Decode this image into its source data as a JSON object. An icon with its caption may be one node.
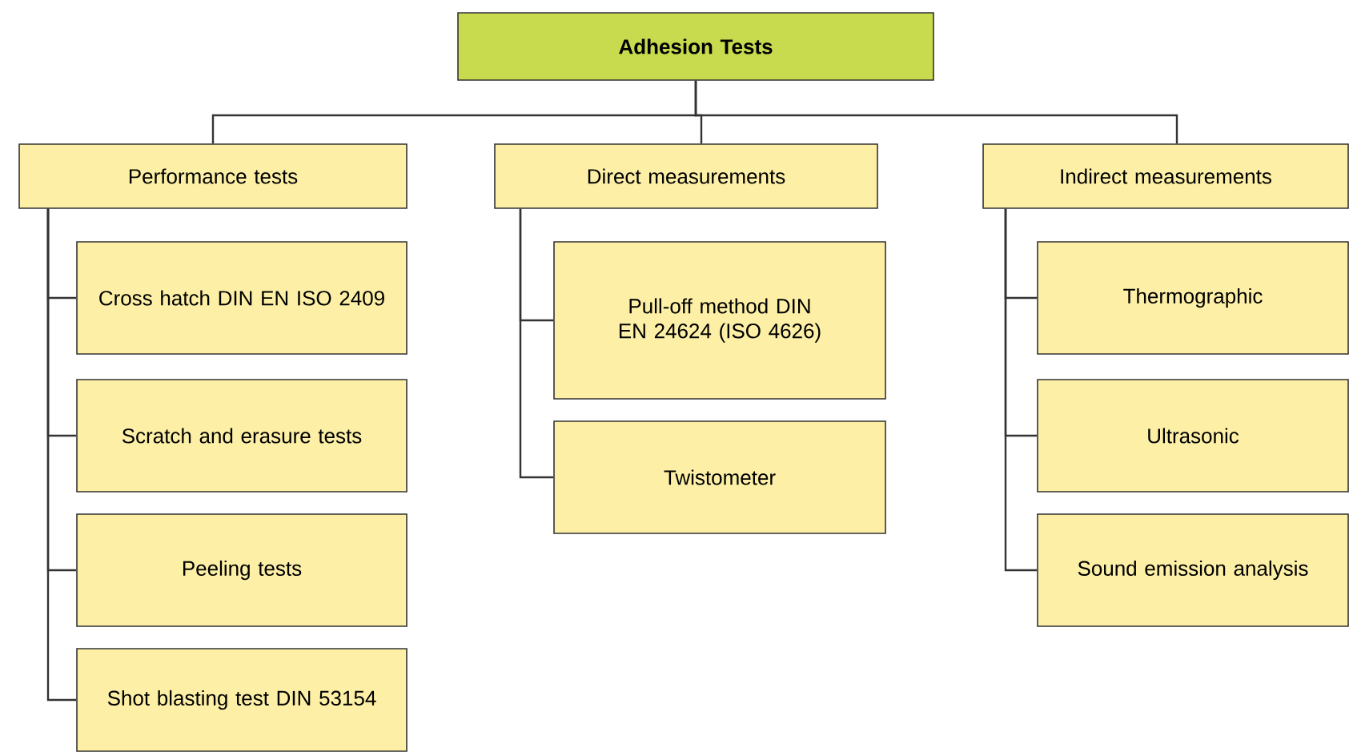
{
  "diagram": {
    "nodes": [
      {
        "text": [
          "Adhesion Tests"
        ]
      },
      {
        "text": [
          "Performance tests"
        ]
      },
      {
        "text": [
          "Cross hatch DIN EN ISO 2409"
        ]
      },
      {
        "text": [
          "Scratch and erasure tests"
        ]
      },
      {
        "text": [
          "Peeling tests"
        ]
      },
      {
        "text": [
          "Shot blasting test DIN 53154"
        ]
      },
      {
        "text": [
          "Direct measurements"
        ]
      },
      {
        "text": [
          "Pull-off method DIN EN 24624 (ISO 4626)"
        ]
      },
      {
        "text": [
          "Twistometer"
        ]
      },
      {
        "text": [
          "Indirect measurements"
        ]
      },
      {
        "text": [
          "Thermographic"
        ]
      },
      {
        "text": [
          "Ultrasonic"
        ]
      },
      {
        "text": [
          "Sound emission analysis"
        ]
      }
    ],
    "edges": [
      {
        "from": 0,
        "to": 1,
        "arrow": "none"
      },
      {
        "from": 0,
        "to": 6,
        "arrow": "none"
      },
      {
        "from": 0,
        "to": 9,
        "arrow": "none"
      },
      {
        "from": 1,
        "to": 2,
        "arrow": "none"
      },
      {
        "from": 1,
        "to": 3,
        "arrow": "none"
      },
      {
        "from": 1,
        "to": 4,
        "arrow": "none"
      },
      {
        "from": 1,
        "to": 5,
        "arrow": "none"
      },
      {
        "from": 6,
        "to": 7,
        "arrow": "none"
      },
      {
        "from": 6,
        "to": 8,
        "arrow": "none"
      },
      {
        "from": 9,
        "to": 10,
        "arrow": "none"
      },
      {
        "from": 9,
        "to": 11,
        "arrow": "none"
      },
      {
        "from": 9,
        "to": 12,
        "arrow": "none"
      }
    ]
  }
}
